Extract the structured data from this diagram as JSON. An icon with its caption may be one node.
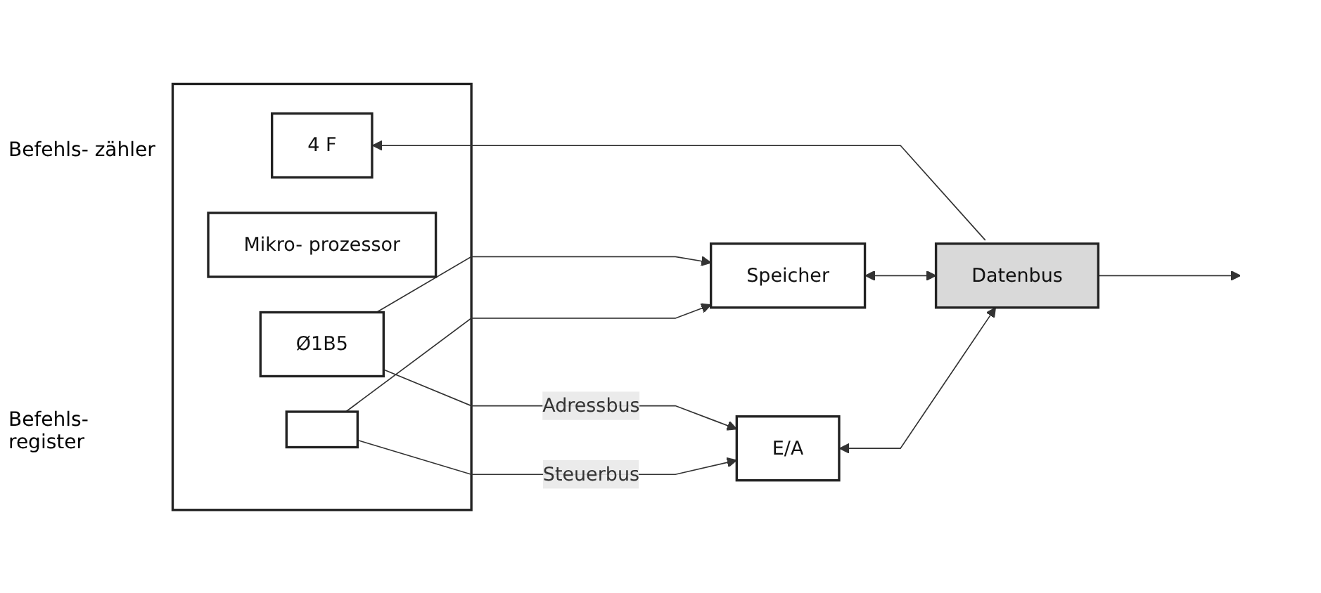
{
  "diagram": {
    "nodes": [
      {
        "text": [],
        "shape": "box"
      },
      {
        "text": [
          "Ø1B5"
        ],
        "in": 0
      },
      {
        "text": [
          "Mikro- prozessor"
        ],
        "in": 0
      },
      {
        "text": [
          "4 F"
        ],
        "in": 0
      },
      {
        "text": [],
        "shape": "box",
        "in": 0
      },
      {
        "text": [
          "Speicher"
        ]
      },
      {
        "text": [
          "E/A"
        ]
      },
      {
        "text": [
          "Datenbus"
        ]
      }
    ],
    "edges": [
      {
        "from": 1,
        "to": 5,
        "arrow": "to"
      },
      {
        "from": 1,
        "to": 6,
        "label": "Adressbus",
        "arrow": "to"
      },
      {
        "from": 7,
        "to": 3,
        "arrow": "to"
      },
      {
        "from": 7,
        "to": null,
        "arrow": "to"
      },
      {
        "from": 5,
        "to": 7,
        "arrow": "both"
      },
      {
        "from": 6,
        "to": 7,
        "arrow": "both"
      },
      {
        "from": 4,
        "to": 5,
        "arrow": "to"
      },
      {
        "from": 4,
        "to": 6,
        "label": "Steuerbus",
        "arrow": "to"
      }
    ],
    "labels": [
      "Befehls- zähler",
      "Befehls- register"
    ]
  }
}
